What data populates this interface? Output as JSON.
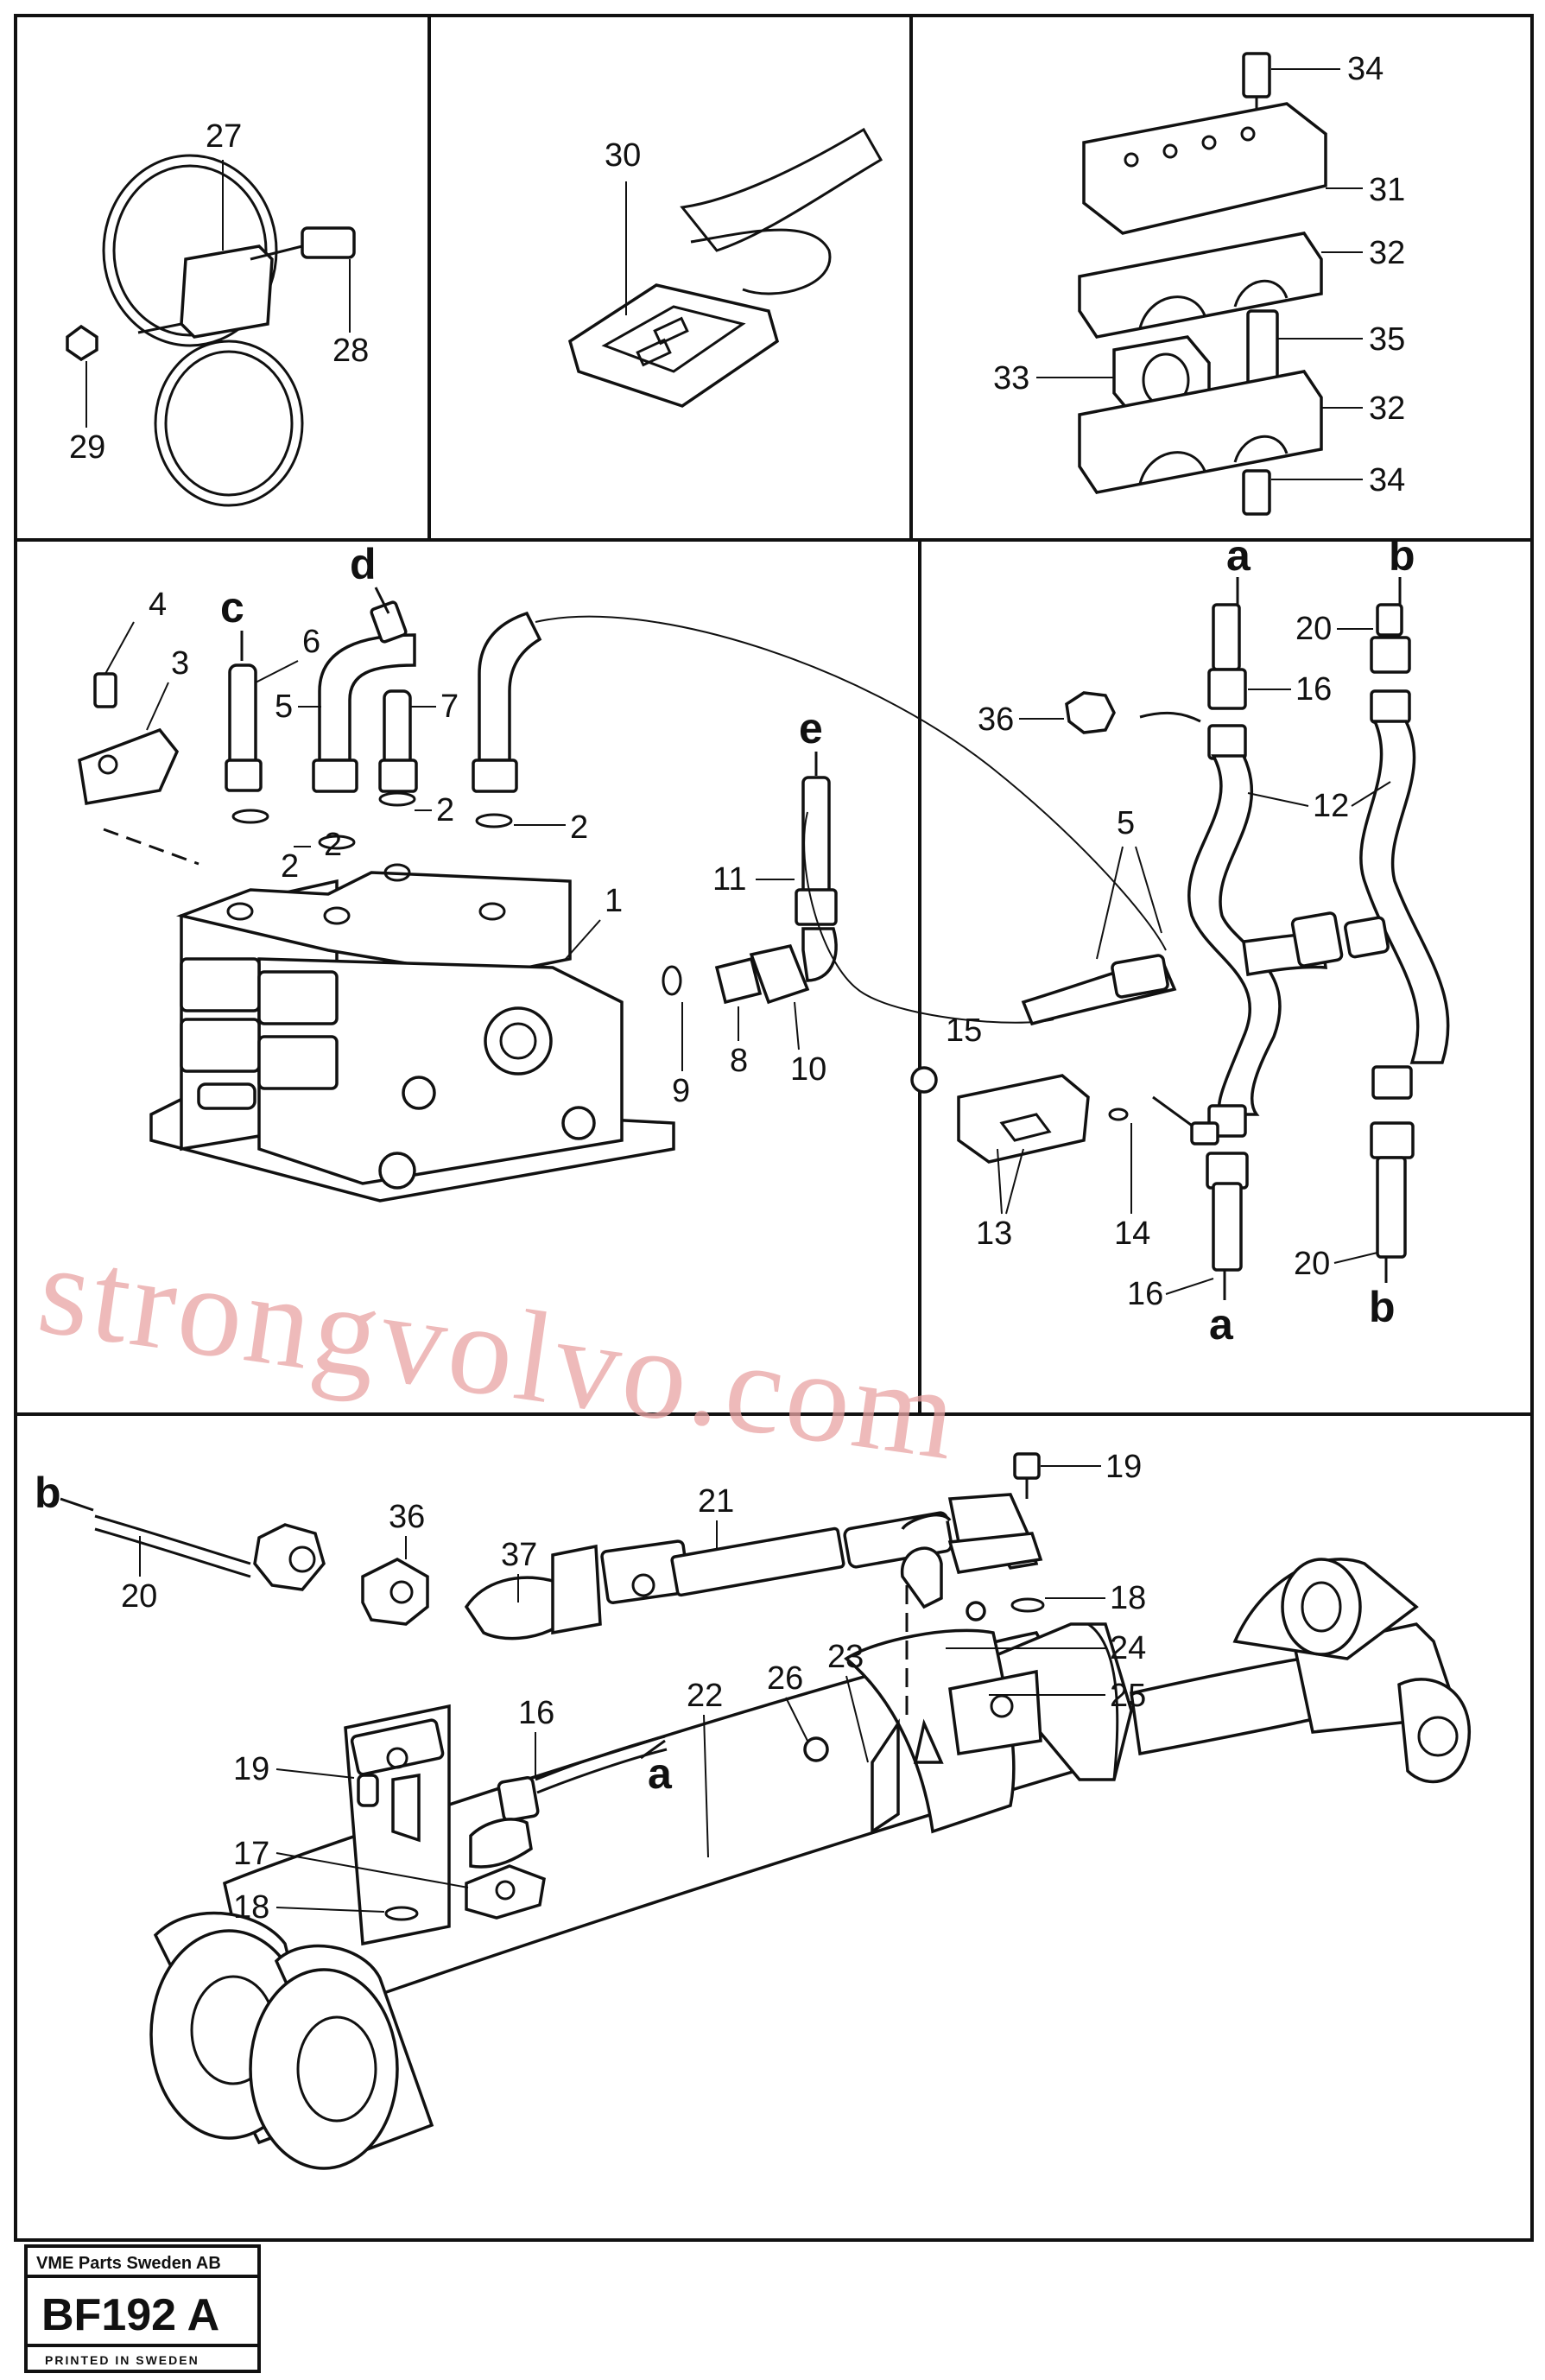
{
  "title_block": {
    "company": "VME Parts Sweden AB",
    "drawing_number": "BF192 A",
    "printed": "PRINTED IN SWEDEN"
  },
  "watermark": "strongvolvo.com",
  "panels": {
    "clamp_27": {
      "callouts": [
        "27",
        "28",
        "29"
      ]
    },
    "strap_30": {
      "callouts": [
        "30"
      ]
    },
    "bracket_31": {
      "callouts": [
        "34",
        "31",
        "32",
        "33",
        "35",
        "32",
        "34"
      ]
    },
    "valve": {
      "letters": [
        "d",
        "c",
        "e"
      ],
      "callouts": [
        "4",
        "3",
        "6",
        "5",
        "7",
        "2",
        "2",
        "2",
        "2",
        "1",
        "11",
        "9",
        "8",
        "10"
      ]
    },
    "hoses": {
      "letters": [
        "a",
        "b",
        "a",
        "b"
      ],
      "callouts": [
        "20",
        "16",
        "36",
        "12",
        "5",
        "15",
        "14",
        "13",
        "16",
        "20"
      ]
    },
    "cylinder": {
      "letters": [
        "b",
        "a"
      ],
      "callouts": [
        "20",
        "36",
        "37",
        "21",
        "19",
        "18",
        "24",
        "25",
        "26",
        "23",
        "22",
        "16",
        "19",
        "17",
        "18"
      ]
    }
  }
}
